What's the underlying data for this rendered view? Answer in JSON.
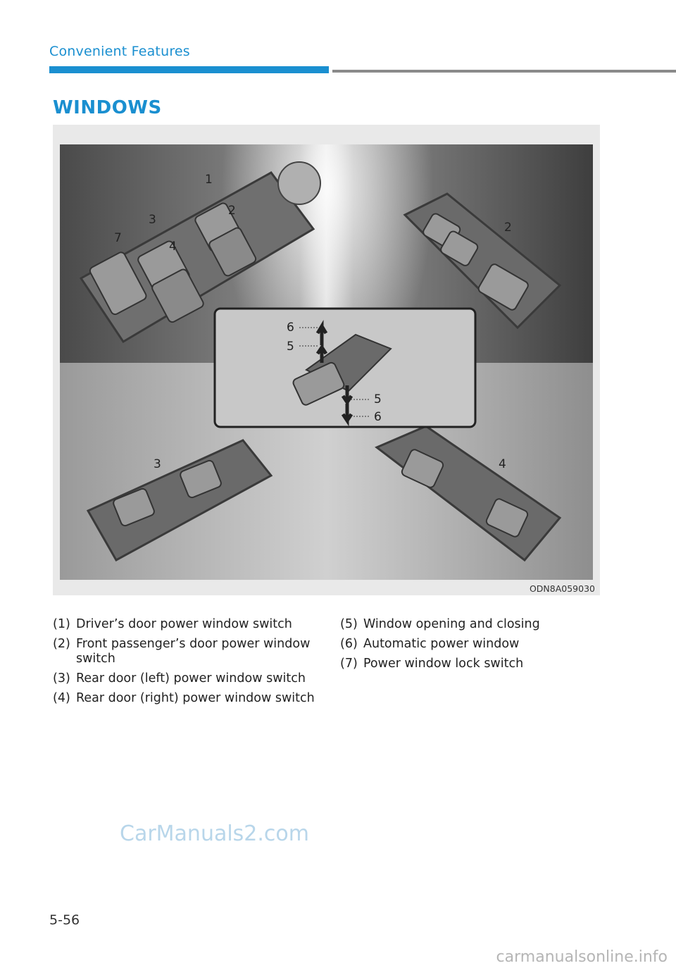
{
  "header": {
    "section": "Convenient Features",
    "colors": {
      "accent": "#1a8fd0",
      "rule": "#8a8a8a"
    }
  },
  "title": "WINDOWS",
  "figure": {
    "code": "ODN8A059030",
    "callouts": [
      "1",
      "2",
      "3",
      "4",
      "5",
      "6",
      "7"
    ]
  },
  "legend_left": [
    {
      "num": "(1)",
      "text": "Driver’s door power window switch"
    },
    {
      "num": "(2)",
      "text": "Front passenger’s door power window switch"
    },
    {
      "num": "(3)",
      "text": "Rear door (left) power window switch"
    },
    {
      "num": "(4)",
      "text": "Rear door (right) power window switch"
    }
  ],
  "legend_right": [
    {
      "num": "(5)",
      "text": "Window opening and closing"
    },
    {
      "num": "(6)",
      "text": "Automatic power window"
    },
    {
      "num": "(7)",
      "text": "Power window lock switch"
    }
  ],
  "watermark": "CarManuals2.com",
  "page_number": "5-56",
  "footer_site": "carmanualsonline.info"
}
